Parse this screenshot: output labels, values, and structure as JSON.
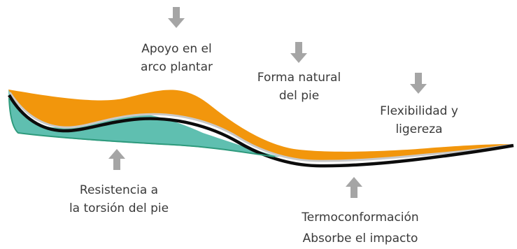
{
  "colors": {
    "upper_layer": "#F2960C",
    "mid_line": "#C9C9C9",
    "base_line": "#0C0C0C",
    "lower_layer": "#5FBFB0",
    "lower_edge": "#2E9A7C",
    "arrow": "#A5A5A5",
    "text": "#3A3A3A"
  },
  "labels": {
    "apoyo": [
      "Apoyo en el",
      "arco plantar"
    ],
    "forma": [
      "Forma natural",
      "del pie"
    ],
    "flexibilidad": [
      "Flexibilidad y",
      "ligereza"
    ],
    "resistencia": [
      "Resistencia a",
      "la torsión del pie"
    ],
    "termo": [
      "Termoconformación",
      "Absorbe el impacto"
    ]
  },
  "arrows": [
    {
      "name": "arrow-apoyo",
      "direction": "down"
    },
    {
      "name": "arrow-forma",
      "direction": "down"
    },
    {
      "name": "arrow-flexibilidad",
      "direction": "down"
    },
    {
      "name": "arrow-resistencia",
      "direction": "up"
    },
    {
      "name": "arrow-termo",
      "direction": "up"
    }
  ]
}
